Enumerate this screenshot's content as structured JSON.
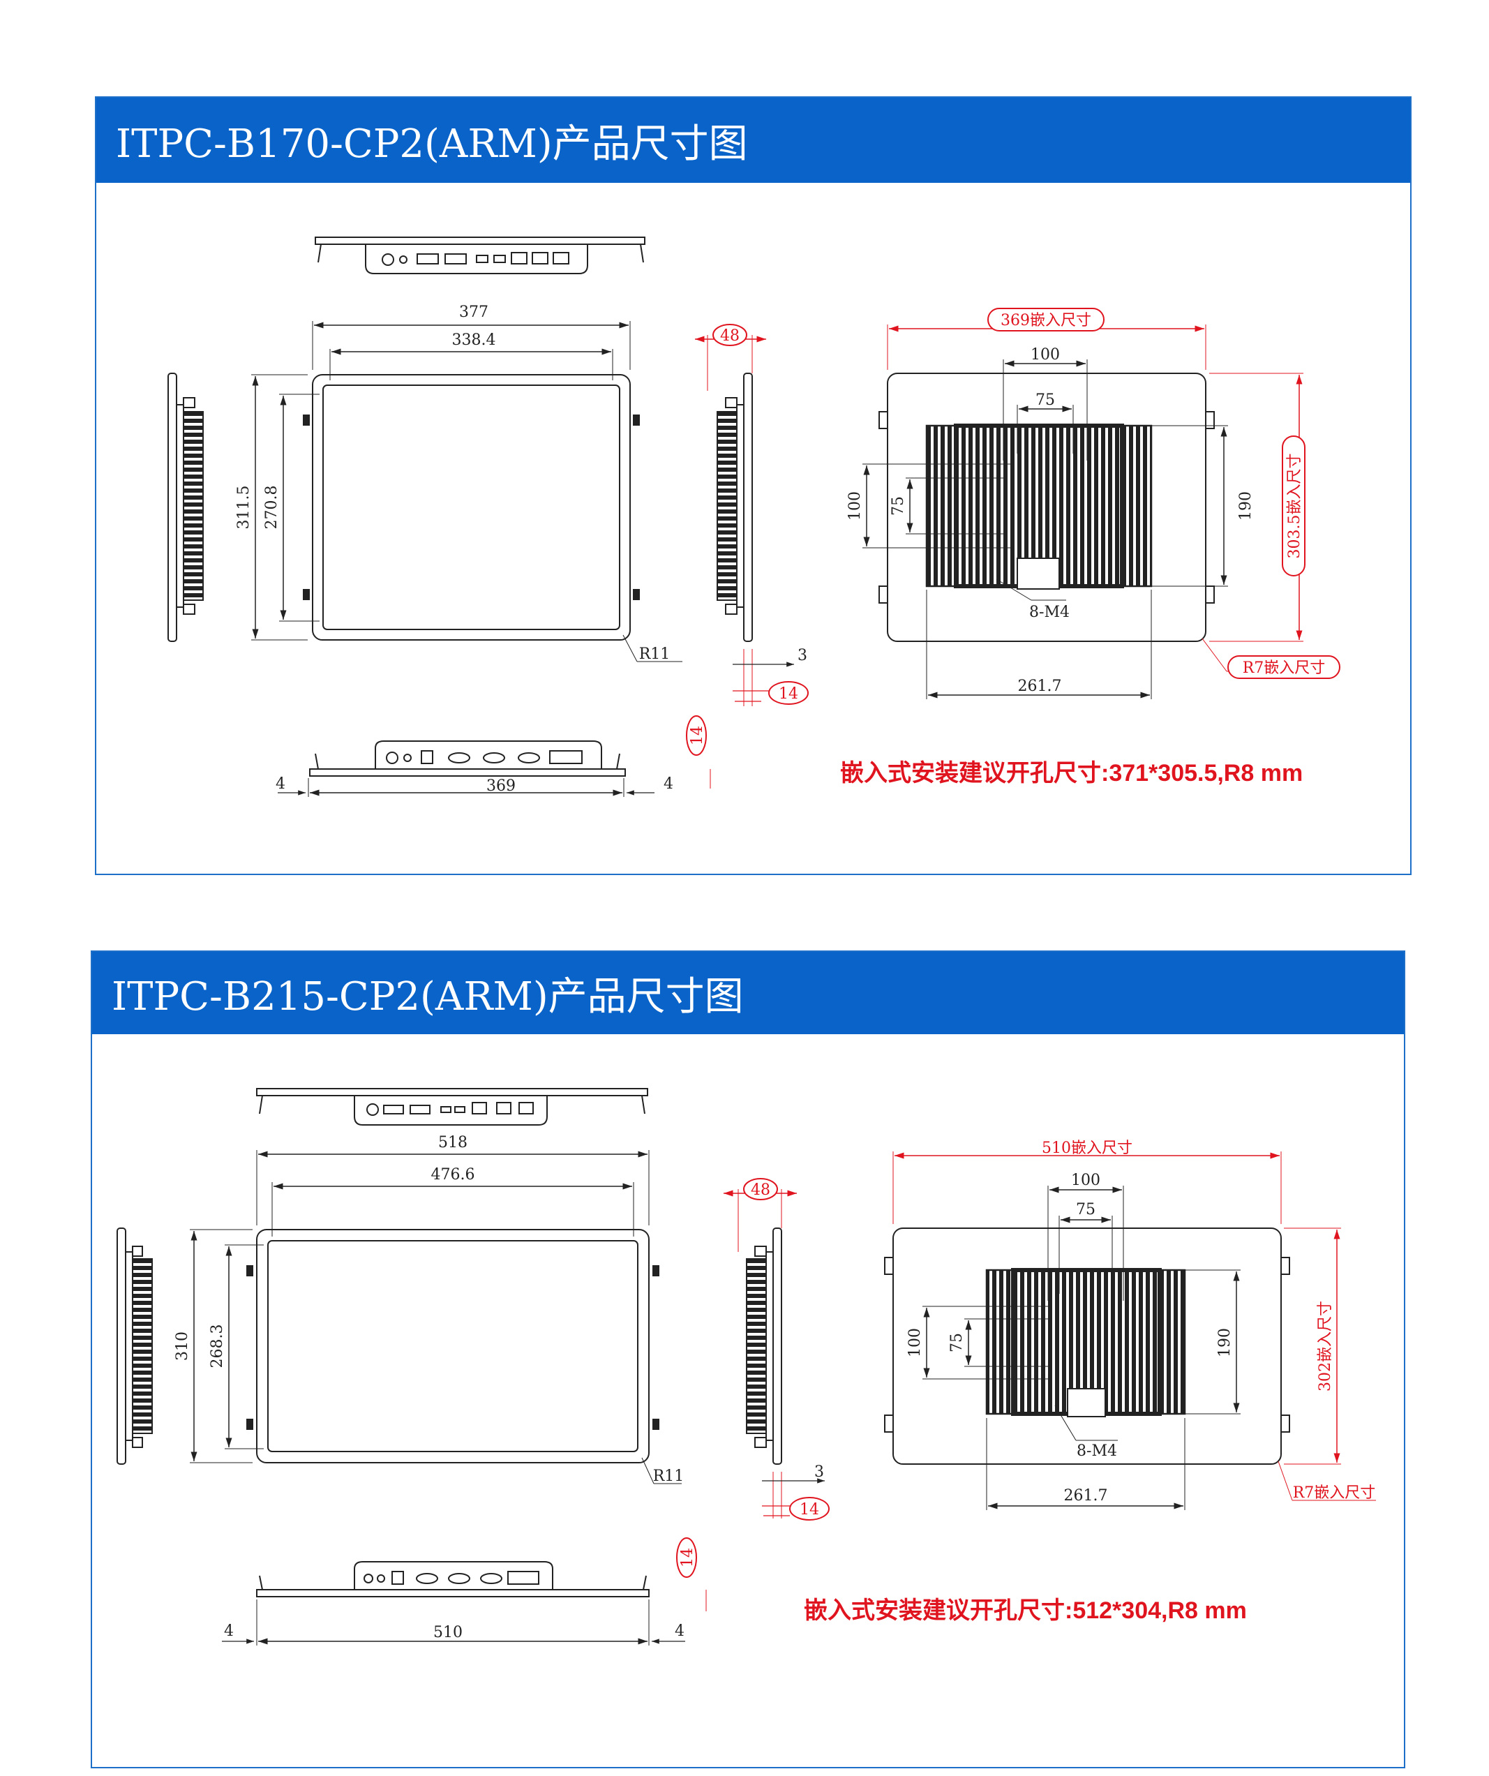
{
  "panels": [
    {
      "title": "ITPC-B170-CP2(ARM)产品尺寸图",
      "front": {
        "outer_width": "377",
        "inner_width": "338.4",
        "outer_height": "311.5",
        "inner_height": "270.8",
        "corner_radius": "R11"
      },
      "side": {
        "depth_top": "48",
        "thickness": "3",
        "depth_bottom": "14"
      },
      "bottom": {
        "left_margin": "4",
        "width": "369",
        "right_margin": "4",
        "height": "14"
      },
      "back": {
        "cutout_width": "369嵌入尺寸",
        "vesa_outer": "100",
        "vesa_inner": "75",
        "vesa_v_outer": "100",
        "vesa_v_inner": "75",
        "heatsink_height": "190",
        "cutout_height": "303.5嵌入尺寸",
        "screws": "8-M4",
        "heatsink_width": "261.7",
        "cutout_radius": "R7嵌入尺寸"
      },
      "note": "嵌入式安装建议开孔尺寸:371*305.5,R8 mm"
    },
    {
      "title": "ITPC-B215-CP2(ARM)产品尺寸图",
      "front": {
        "outer_width": "518",
        "inner_width": "476.6",
        "outer_height": "310",
        "inner_height": "268.3",
        "corner_radius": "R11"
      },
      "side": {
        "depth_top": "48",
        "thickness": "3",
        "depth_bottom": "14"
      },
      "bottom": {
        "left_margin": "4",
        "width": "510",
        "right_margin": "4",
        "height": "14"
      },
      "back": {
        "cutout_width": "510嵌入尺寸",
        "vesa_outer": "100",
        "vesa_inner": "75",
        "vesa_v_outer": "100",
        "vesa_v_inner": "75",
        "heatsink_height": "190",
        "cutout_height": "302嵌入尺寸",
        "screws": "8-M4",
        "heatsink_width": "261.7",
        "cutout_radius": "R7嵌入尺寸"
      },
      "note": "嵌入式安装建议开孔尺寸:512*304,R8 mm"
    }
  ],
  "colors": {
    "header": "#0a63c9",
    "border": "#1e6fc8",
    "dimension_red": "#e0141e",
    "line": "#222222"
  }
}
